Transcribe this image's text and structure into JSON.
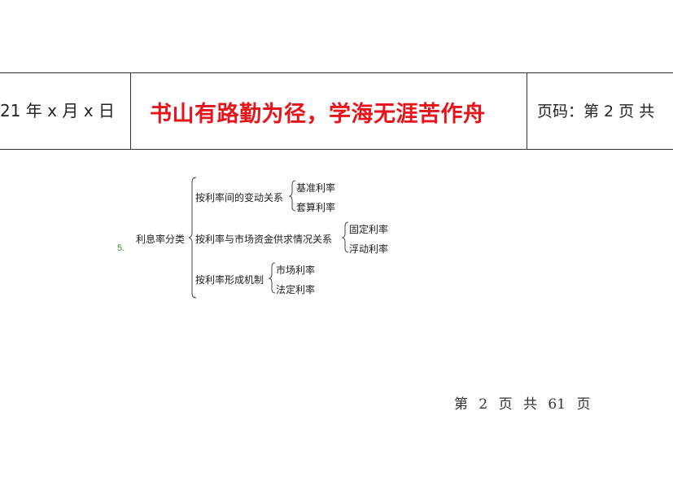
{
  "header": {
    "date": "21 年 x 月 x 日",
    "motto": "书山有路勤为径，学海无涯苦作舟",
    "page_label": "页码：第 2 页  共"
  },
  "diagram": {
    "item_number": "5.",
    "root": "利息率分类",
    "branches": [
      {
        "label": "按利率间的变动关系",
        "children": [
          "基准利率",
          "套算利率"
        ]
      },
      {
        "label": "按利率与市场资金供求情况关系",
        "children": [
          "固定利率",
          "浮动利率"
        ]
      },
      {
        "label": "按利率形成机制",
        "children": [
          "市场利率",
          "法定利率"
        ]
      }
    ]
  },
  "footer": {
    "page_text": "第 2 页 共 61 页"
  }
}
